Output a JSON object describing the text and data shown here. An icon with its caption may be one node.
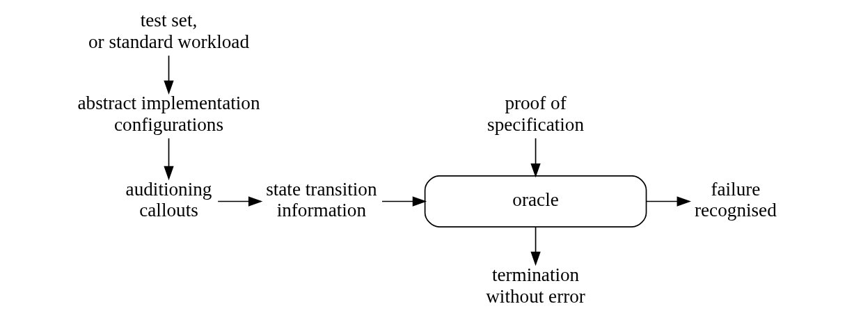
{
  "diagram": {
    "nodes": [
      {
        "text": [
          "test set, or standard workload"
        ]
      },
      {
        "text": [
          "abstract implementation configurations"
        ]
      },
      {
        "text": [
          "auditioning callouts"
        ]
      },
      {
        "text": [
          "state transition information"
        ]
      },
      {
        "text": [
          "proof of specification"
        ]
      },
      {
        "text": [
          "oracle"
        ]
      },
      {
        "text": [
          "failure recognised"
        ]
      },
      {
        "text": [
          "termination without error"
        ]
      }
    ],
    "edges": [
      {
        "from": 0,
        "to": 1,
        "arrow": "to"
      },
      {
        "from": 1,
        "to": 2,
        "arrow": "to"
      },
      {
        "from": 2,
        "to": 3,
        "arrow": "to"
      },
      {
        "from": 3,
        "to": 5,
        "arrow": "to"
      },
      {
        "from": 4,
        "to": 5,
        "arrow": "to"
      },
      {
        "from": 5,
        "to": 6,
        "arrow": "to"
      },
      {
        "from": 5,
        "to": 7,
        "arrow": "to"
      }
    ]
  }
}
